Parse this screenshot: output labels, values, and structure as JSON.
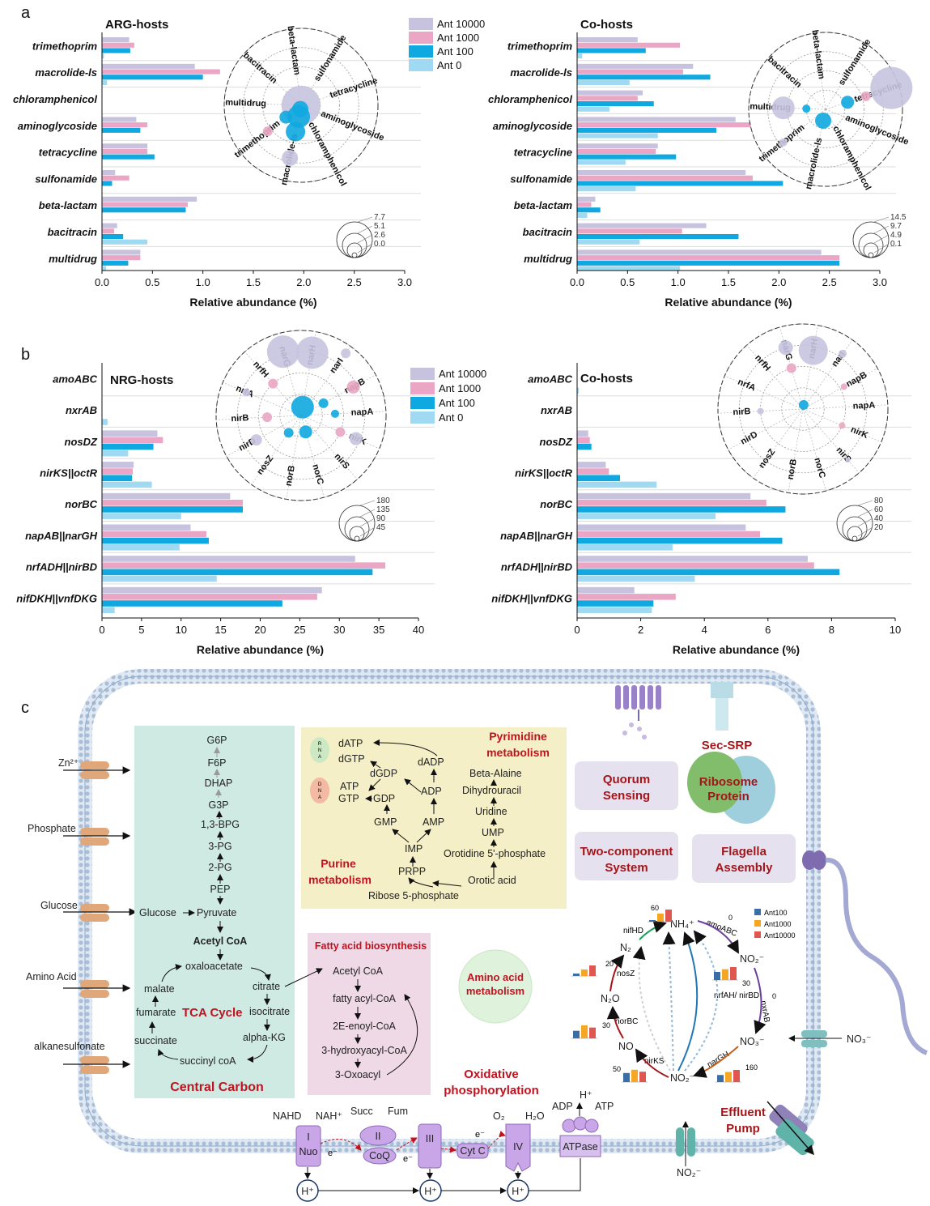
{
  "panel_letters": [
    "a",
    "b",
    "c"
  ],
  "legend": [
    "Ant 10000",
    "Ant 1000",
    "Ant 100",
    "Ant 0"
  ],
  "series_colors": [
    "#c7c3df",
    "#eaa6c4",
    "#0fa8e0",
    "#9fd9f2"
  ],
  "chart_data": [
    {
      "type": "bar",
      "title": "ARG-hosts",
      "xlabel": "Relative abundance (%)",
      "xlim": [
        0,
        3
      ],
      "ticks": [
        "0.0",
        "0.5",
        "1.0",
        "1.5",
        "2.0",
        "2.5",
        "3.0"
      ],
      "categories": [
        "trimethoprim",
        "macrolide-ls",
        "chloramphenicol",
        "aminoglycoside",
        "tetracycline",
        "sulfonamide",
        "beta-lactam",
        "bacitracin",
        "multidrug"
      ],
      "series": [
        {
          "name": "Ant 10000",
          "values": [
            0.27,
            0.92,
            0.0,
            0.34,
            0.45,
            0.13,
            0.94,
            0.15,
            0.38
          ]
        },
        {
          "name": "Ant 1000",
          "values": [
            0.32,
            1.17,
            0.0,
            0.45,
            0.45,
            0.27,
            0.85,
            0.12,
            0.38
          ]
        },
        {
          "name": "Ant 100",
          "values": [
            0.28,
            1.0,
            0.0,
            0.38,
            0.52,
            0.1,
            0.83,
            0.21,
            0.26
          ]
        },
        {
          "name": "Ant 0",
          "values": [
            0.02,
            0.05,
            0.0,
            0.0,
            0.0,
            0.0,
            0.0,
            0.45,
            0.04
          ]
        }
      ],
      "radial": {
        "labels": [
          "multidrug",
          "bacitracin",
          "beta-lactam",
          "sulfonamide",
          "tetracycline",
          "aminoglycoside",
          "chloramphenicol",
          "macrolide-ls",
          "trimethoprim"
        ],
        "size_legend": [
          "7.7",
          "5.1",
          "2.6",
          "0.0"
        ]
      }
    },
    {
      "type": "bar",
      "title": "Co-hosts",
      "xlabel": "Relative abundance (%)",
      "xlim": [
        0,
        3
      ],
      "ticks": [
        "0.0",
        "0.5",
        "1.0",
        "1.5",
        "2.0",
        "2.5",
        "3.0"
      ],
      "categories": [
        "trimethoprim",
        "macrolide-ls",
        "chloramphenicol",
        "aminoglycoside",
        "tetracycline",
        "sulfonamide",
        "beta-lactam",
        "bacitracin",
        "multidrug"
      ],
      "series": [
        {
          "name": "Ant 10000",
          "values": [
            0.6,
            1.15,
            0.65,
            1.57,
            0.8,
            1.67,
            0.18,
            1.28,
            2.42
          ]
        },
        {
          "name": "Ant 1000",
          "values": [
            1.02,
            1.05,
            0.6,
            1.72,
            0.78,
            1.74,
            0.14,
            1.04,
            2.6
          ]
        },
        {
          "name": "Ant 100",
          "values": [
            0.68,
            1.32,
            0.76,
            1.38,
            0.98,
            2.04,
            0.23,
            1.6,
            2.6
          ]
        },
        {
          "name": "Ant 0",
          "values": [
            0.05,
            0.52,
            0.32,
            0.8,
            0.48,
            0.58,
            0.1,
            0.62,
            1.02
          ]
        }
      ],
      "radial": {
        "labels": [
          "multidrug",
          "bacitracin",
          "beta-lactam",
          "sulfonamide",
          "tetracycline",
          "aminoglycoside",
          "chloramphenicol",
          "macrolide-ls",
          "trimethoprim"
        ],
        "size_legend": [
          "14.5",
          "9.7",
          "4.9",
          "0.1"
        ]
      }
    },
    {
      "type": "bar",
      "title": "NRG-hosts",
      "xlabel": "Relative abundance (%)",
      "xlim": [
        0,
        40
      ],
      "ticks": [
        "0",
        "5",
        "10",
        "15",
        "20",
        "25",
        "30",
        "35",
        "40"
      ],
      "categories": [
        "amoABC",
        "nxrAB",
        "nosDZ",
        "nirKS||octR",
        "norBC",
        "napAB||narGH",
        "nrfADH||nirBD",
        "nifDKH||vnfDKG"
      ],
      "series": [
        {
          "name": "Ant 10000",
          "values": [
            0.0,
            0.0,
            7.0,
            4.0,
            16.2,
            11.2,
            32.0,
            27.8
          ]
        },
        {
          "name": "Ant 1000",
          "values": [
            0.0,
            0.0,
            7.7,
            3.9,
            17.8,
            13.2,
            35.8,
            27.2
          ]
        },
        {
          "name": "Ant 100",
          "values": [
            0.0,
            0.0,
            6.5,
            3.8,
            17.8,
            13.5,
            34.2,
            22.8
          ]
        },
        {
          "name": "Ant 0",
          "values": [
            0.0,
            0.7,
            3.3,
            6.3,
            10.0,
            9.8,
            14.5,
            1.6
          ]
        }
      ],
      "radial": {
        "labels": [
          "narH",
          "narI",
          "napB",
          "napA",
          "nirK",
          "nirS",
          "norC",
          "norB",
          "nosZ",
          "nirD",
          "nirB",
          "nrfA",
          "nrfH",
          "narG"
        ],
        "size_legend": [
          "180",
          "135",
          "90",
          "45"
        ]
      }
    },
    {
      "type": "bar",
      "title": "Co-hosts",
      "xlabel": "Relative abundance (%)",
      "xlim": [
        0,
        10
      ],
      "ticks": [
        "0",
        "2",
        "4",
        "6",
        "8",
        "10"
      ],
      "categories": [
        "amoABC",
        "nxrAB",
        "nosDZ",
        "nirKS||octR",
        "norBC",
        "napAB||narGH",
        "nrfADH||nirBD",
        "nifDKH||vnfDKG"
      ],
      "series": [
        {
          "name": "Ant 10000",
          "values": [
            0.0,
            0.0,
            0.35,
            0.9,
            5.45,
            5.3,
            7.25,
            1.8
          ]
        },
        {
          "name": "Ant 1000",
          "values": [
            0.0,
            0.0,
            0.4,
            1.0,
            5.95,
            5.75,
            7.45,
            3.1
          ]
        },
        {
          "name": "Ant 100",
          "values": [
            0.0,
            0.0,
            0.45,
            1.35,
            6.55,
            6.45,
            8.25,
            2.4
          ]
        },
        {
          "name": "Ant 0",
          "values": [
            0.05,
            0.0,
            0.0,
            2.5,
            4.35,
            3.0,
            3.7,
            2.35
          ]
        }
      ],
      "radial": {
        "labels": [
          "narH",
          "narI",
          "napB",
          "napA",
          "nirK",
          "nirS",
          "norC",
          "norB",
          "nosZ",
          "nirD",
          "nirB",
          "nrfA",
          "nrfH",
          "narG"
        ],
        "size_legend": [
          "80",
          "60",
          "40",
          "20"
        ]
      }
    }
  ],
  "cell": {
    "transport": [
      "Zn²⁺",
      "Phosphate",
      "Glucose",
      "Amino Acid",
      "alkanesulfonate"
    ],
    "glycolysis": [
      "G6P",
      "F6P",
      "DHAP",
      "G3P",
      "1,3-BPG",
      "3-PG",
      "2-PG",
      "PEP"
    ],
    "glucose": "Glucose",
    "pyruvate": "Pyruvate",
    "acetyl_coa": "Acetyl CoA",
    "tca": [
      "oxaloacetate",
      "citrate",
      "isocitrate",
      "alpha-KG",
      "succinyl coA",
      "succinate",
      "fumarate",
      "malate"
    ],
    "tca_title": "TCA Cycle",
    "central_carbon": "Central Carbon",
    "nucleotide": {
      "pyrimidine_title": [
        "Pyrimidine",
        "metabolism"
      ],
      "purine_title": [
        "Purine",
        "metabolism"
      ],
      "rna_tag": [
        "R",
        "N",
        "A"
      ],
      "dna_tag": [
        "D",
        "N",
        "A"
      ],
      "items": [
        "dATP",
        "dGTP",
        "dADP",
        "dGDP",
        "ATP",
        "GTP",
        "GDP",
        "ADP",
        "GMP",
        "AMP",
        "IMP",
        "PRPP",
        "Ribose 5-phosphate",
        "Beta-Alaine",
        "Dihydrouracil",
        "Uridine",
        "UMP",
        "Orotidine 5'-phosphate",
        "Orotic acid"
      ]
    },
    "fatty_acid": {
      "title": "Fatty acid biosynthesis",
      "items": [
        "Acetyl CoA",
        "fatty acyl-CoA",
        "2E-enoyl-CoA",
        "3-hydroxyacyl-CoA",
        "3-Oxoacyl"
      ]
    },
    "amino_acid": [
      "Amino acid",
      "metabolism"
    ],
    "boxes": {
      "quorum": [
        "Quorum",
        "Sensing"
      ],
      "sec": "Sec-SRP",
      "ribosome": [
        "Ribosome",
        "Protein"
      ],
      "two_comp": [
        "Two-component",
        "System"
      ],
      "flagella": [
        "Flagella",
        "Assembly"
      ]
    },
    "oxphos": {
      "title": [
        "Oxidative",
        "phosphorylation"
      ],
      "labels": [
        "NAHD",
        "NAH⁺",
        "Succ",
        "Fum",
        "I",
        "Nuo",
        "II",
        "CoQ",
        "III",
        "Cyt C",
        "IV",
        "O₂",
        "H₂O",
        "ADP",
        "H⁺",
        "ATP",
        "ATPase",
        "H⁺",
        "e⁻"
      ]
    },
    "efflux": [
      "Effluent",
      "Pump"
    ],
    "no2_channel": "NO₂⁻",
    "no3_out": "NO₃⁻",
    "nitrogen": {
      "legend": [
        "Ant100",
        "Ant1000",
        "Ant10000"
      ],
      "legend_colors": [
        "#3a6ea5",
        "#f5a623",
        "#e0574f"
      ],
      "species": [
        "NH₄⁺",
        "NO₂⁻",
        "NO₃⁻",
        "NO₂⁻",
        "NO",
        "N₂O",
        "N₂"
      ],
      "genes": [
        "amoABC",
        "nxrAB",
        "narGH",
        "nirKS",
        "norBC",
        "nosZ",
        "nifHD",
        "nrfAH/ nirBD"
      ],
      "scale_tops": [
        "60",
        "0",
        "0",
        "30",
        "160",
        "50",
        "30",
        "20"
      ],
      "mini_bars": [
        {
          "gene": "nifHD",
          "max": 60,
          "values": [
            6,
            30,
            45
          ]
        },
        {
          "gene": "nosZ",
          "max": 20,
          "values": [
            3,
            8,
            13
          ]
        },
        {
          "gene": "norBC",
          "max": 30,
          "values": [
            14,
            24,
            20
          ]
        },
        {
          "gene": "nirKS",
          "max": 50,
          "values": [
            28,
            38,
            32
          ]
        },
        {
          "gene": "narGH",
          "max": 160,
          "values": [
            70,
            100,
            120
          ]
        },
        {
          "gene": "nrfAH/nirBD",
          "max": 30,
          "values": [
            15,
            20,
            24
          ]
        }
      ]
    }
  }
}
